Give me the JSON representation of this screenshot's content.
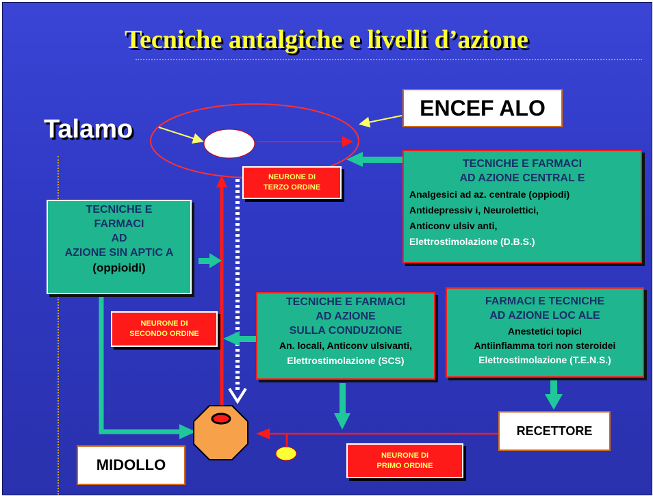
{
  "title": "Tecniche antalgiche e livelli d’azione",
  "labels": {
    "talamo": "Talamo",
    "encefalo": "ENCEF ALO",
    "midollo": "MIDOLLO",
    "recettore": "RECETTORE"
  },
  "neurons": {
    "third": [
      "NEURONE DI",
      "TERZO ORDINE"
    ],
    "second": [
      "NEURONE DI",
      "SECONDO ORDINE"
    ],
    "first": [
      "NEURONE  DI",
      "PRIMO ORDINE"
    ]
  },
  "boxes": {
    "central": {
      "heading": [
        "TECNICHE E  FARMACI",
        "AD AZIONE CENTRAL E"
      ],
      "lines": [
        "Analgesici ad az. centrale (oppiodi)",
        "Antidepressiv i, Neurolettici,",
        "Anticonv ulsiv anti,"
      ],
      "highlight": "Elettrostimolazione (D.B.S.)"
    },
    "synaptic": {
      "heading": [
        "TECNICHE E",
        "FARMACI",
        "AD",
        "AZIONE  SIN APTIC A"
      ],
      "sub": "(oppioidi)"
    },
    "conduction": {
      "heading": [
        "TECNICHE E FARMACI",
        "AD  AZIONE",
        "SULLA CONDUZIONE"
      ],
      "lines": [
        "An. locali, Anticonv ulsivanti,"
      ],
      "highlight": "Elettrostimolazione (SCS)"
    },
    "local": {
      "heading": [
        "FARMACI E TECNICHE",
        "AD AZIONE LOC ALE"
      ],
      "lines": [
        "Anestetici topici",
        "Antiinfiamma tori non steroidei"
      ],
      "highlight": "Elettrostimolazione (T.E.N.S.)"
    }
  },
  "colors": {
    "background": "#3a45d6",
    "title": "#ffff33",
    "green_box": "#1fb58e",
    "red_box": "#ff1a1a",
    "green_arrow": "#1fc79a",
    "red_arrow": "#ff1a1a",
    "yellow_arrow": "#ffff66",
    "midollo": "#f7a24a"
  }
}
